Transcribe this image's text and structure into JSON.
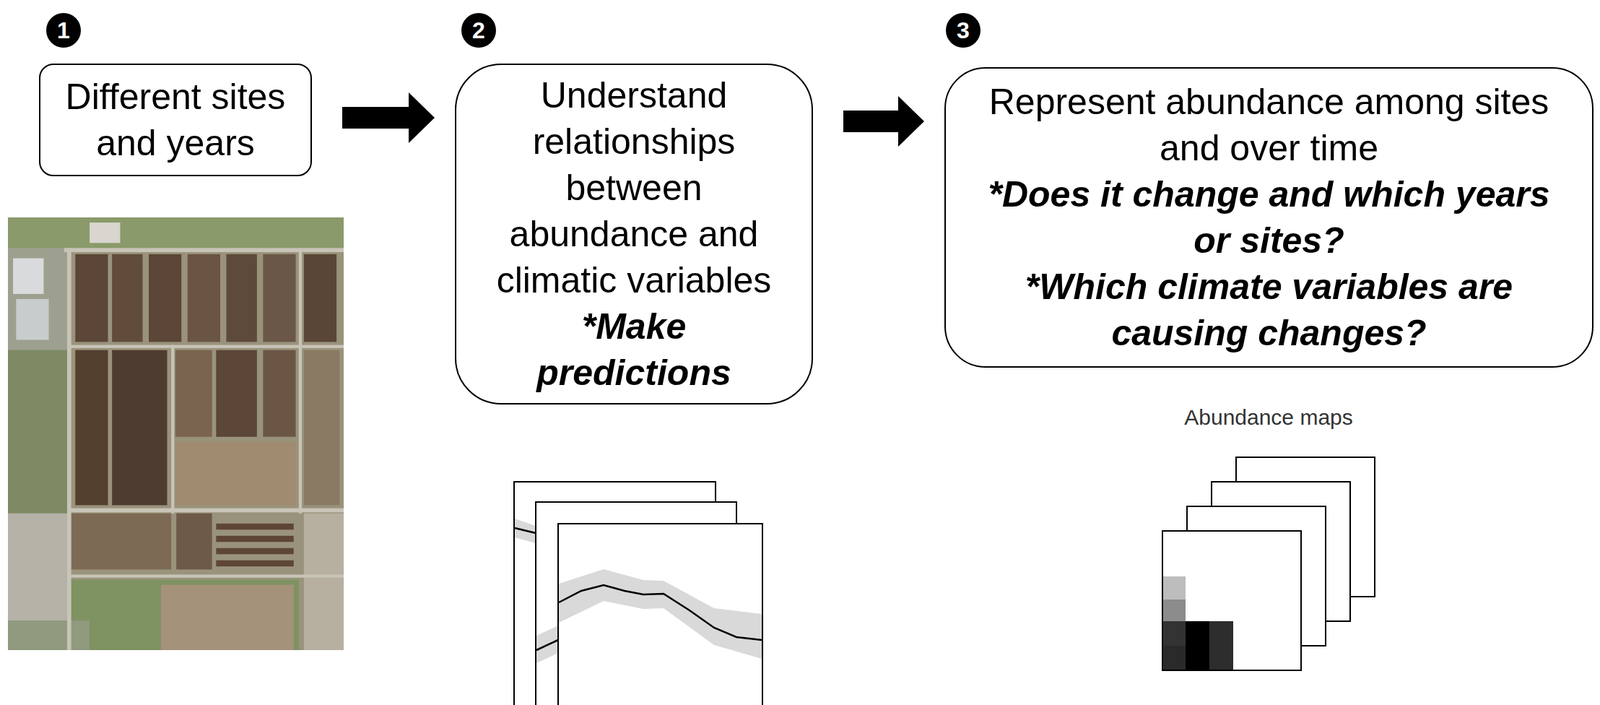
{
  "diagram": {
    "nodes": [
      {
        "text": [
          "Different sites and years"
        ]
      },
      {
        "text": [
          "Understand relationships between abundance and climatic variables",
          "*Make predictions"
        ]
      },
      {
        "text": [
          "Represent abundance among sites and over time",
          "*Does it change and which years or sites?",
          "*Which climate variables are causing changes?"
        ]
      }
    ],
    "edges": [
      {
        "from": 0,
        "to": 1,
        "arrow": "to"
      },
      {
        "from": 1,
        "to": 2,
        "arrow": "to"
      }
    ],
    "labels": [
      "1",
      "2",
      "3",
      "Abundance maps"
    ]
  }
}
